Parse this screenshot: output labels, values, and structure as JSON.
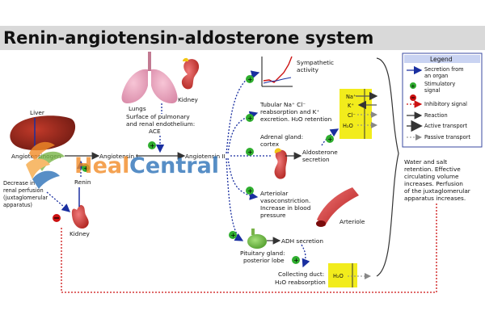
{
  "title": "Renin-angiotensin-aldosterone system",
  "organs": {
    "liver": "Liver",
    "lungs": "Lungs",
    "kidney_top": "Kidney",
    "kidney_bottom": "Kidney",
    "arteriole": "Arteriole"
  },
  "molecules": {
    "angiotensinogen": "Angiotensinogen",
    "angiotensin_i": "Angiotensin I",
    "angiotensin_ii": "Angiotensin II",
    "renin": "Renin"
  },
  "notes": {
    "ace_line1": "Surface of pulmonary",
    "ace_line2": "and renal endothelium:",
    "ace_line3": "ACE",
    "decrease_line1": "Decrease in",
    "decrease_line2": "renal perfusion",
    "decrease_line3": "(juxtaglomerular",
    "decrease_line4": "apparatus)"
  },
  "effects": {
    "sympathetic_line1": "Sympathetic",
    "sympathetic_line2": "activity",
    "tubular_line1": "Tubular Na⁺ Cl⁻",
    "tubular_line2": "reabsorption and K⁺",
    "tubular_line3": "excretion. H₂O retention",
    "adrenal_line1": "Adrenal gland:",
    "adrenal_line2": "cortex",
    "aldosterone_line1": "Aldosterone",
    "aldosterone_line2": "secretion",
    "arteriolar_line1": "Arteriolar",
    "arteriolar_line2": "vasoconstriction.",
    "arteriolar_line3": "Increase in blood",
    "arteriolar_line4": "pressure",
    "pituitary_line1": "Pituitary gland:",
    "pituitary_line2": "posterior lobe",
    "adh": "ADH secretion",
    "collecting_line1": "Collecting duct:",
    "collecting_line2": "H₂O reabsorption"
  },
  "ions": {
    "na": "Na⁺",
    "k": "K⁺",
    "cl": "Cl⁻",
    "h2o": "H₂O",
    "h2o_duct": "H₂O"
  },
  "result": {
    "line1": "Water and salt",
    "line2": "retention. Effective",
    "line3": "circulating volume",
    "line4": "increases. Perfusion",
    "line5": "of the juxtaglomerular",
    "line6": "apparatus increases."
  },
  "legend": {
    "title": "Legend",
    "secretion_line1": "Secretion from",
    "secretion_line2": "an organ",
    "stimulatory_line1": "Stimulatory",
    "stimulatory_line2": "signal",
    "inhibitory": "Inhibitory signal",
    "reaction": "Reaction",
    "active": "Active transport",
    "passive": "Passive transport"
  },
  "watermark": {
    "text_heal": "Heal",
    "text_central": "Central"
  },
  "colors": {
    "title_bar": "#d9d9d9",
    "blue_arrow": "#1a2fa0",
    "stimulatory": "#2fae2f",
    "inhibitory": "#cc1111",
    "ion_box": "#f2ec1c",
    "legend_box": "#c9d3f2",
    "watermark_orange": "#f28c28",
    "watermark_blue": "#2e73b8"
  }
}
